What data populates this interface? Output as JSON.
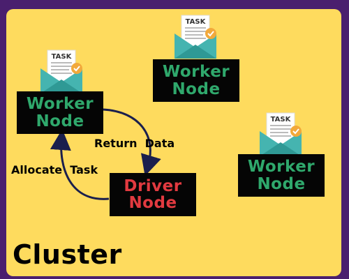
{
  "cluster_label": "Cluster",
  "edges": {
    "return": "Return  Data",
    "allocate": "Allocate  Task"
  },
  "nodes": {
    "worker1": {
      "line1": "Worker",
      "line2": "Node"
    },
    "worker2": {
      "line1": "Worker",
      "line2": "Node"
    },
    "worker3": {
      "line1": "Worker",
      "line2": "Node"
    },
    "driver": {
      "line1": "Driver",
      "line2": "Node"
    }
  },
  "icons": {
    "task_tag": "TASK",
    "icon_name": "task-envelope-icon"
  },
  "colors": {
    "background": "#4a1f6e",
    "panel": "#fedb5e",
    "worker_text": "#2fa86c",
    "driver_text": "#e23a40",
    "node_box": "#050505"
  }
}
